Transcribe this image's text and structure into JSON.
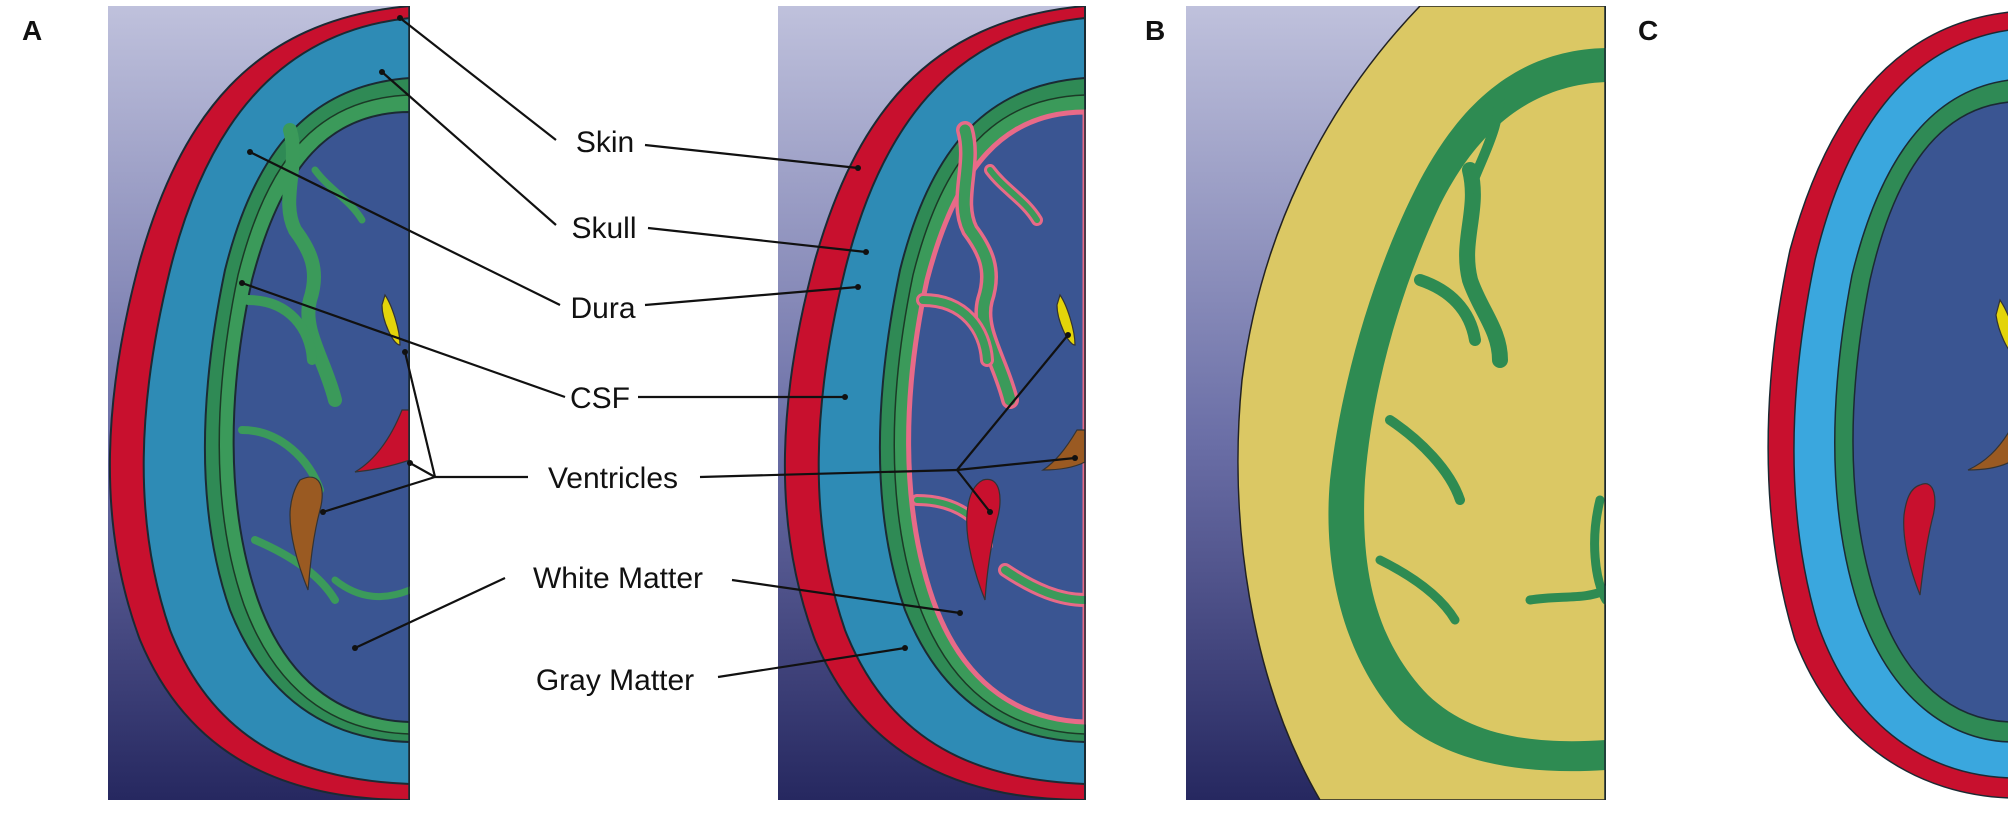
{
  "panels": {
    "a": "A",
    "b": "B",
    "c": "C"
  },
  "labels": {
    "skin": "Skin",
    "skull": "Skull",
    "dura": "Dura",
    "csf": "CSF",
    "ventricles": "Ventricles",
    "white_matter": "White Matter",
    "gray_matter": "Gray Matter"
  },
  "colors": {
    "background_top": "#b9bbd8",
    "background_bottom": "#2a2c66",
    "skin": "#c8102e",
    "skull": "#2e8bb5",
    "skull_light": "#3aa7de",
    "dura": "#2f8a55",
    "csf": "#3b9a5a",
    "white_matter": "#3a5592",
    "gray_matter_outline": "#e86a88",
    "ventricle_yellow": "#e3d40a",
    "ventricle_red": "#c8102e",
    "ventricle_brown": "#9a5a22",
    "panel_b_fill": "#dbc864",
    "panel_b_csf": "#2e8b52"
  }
}
